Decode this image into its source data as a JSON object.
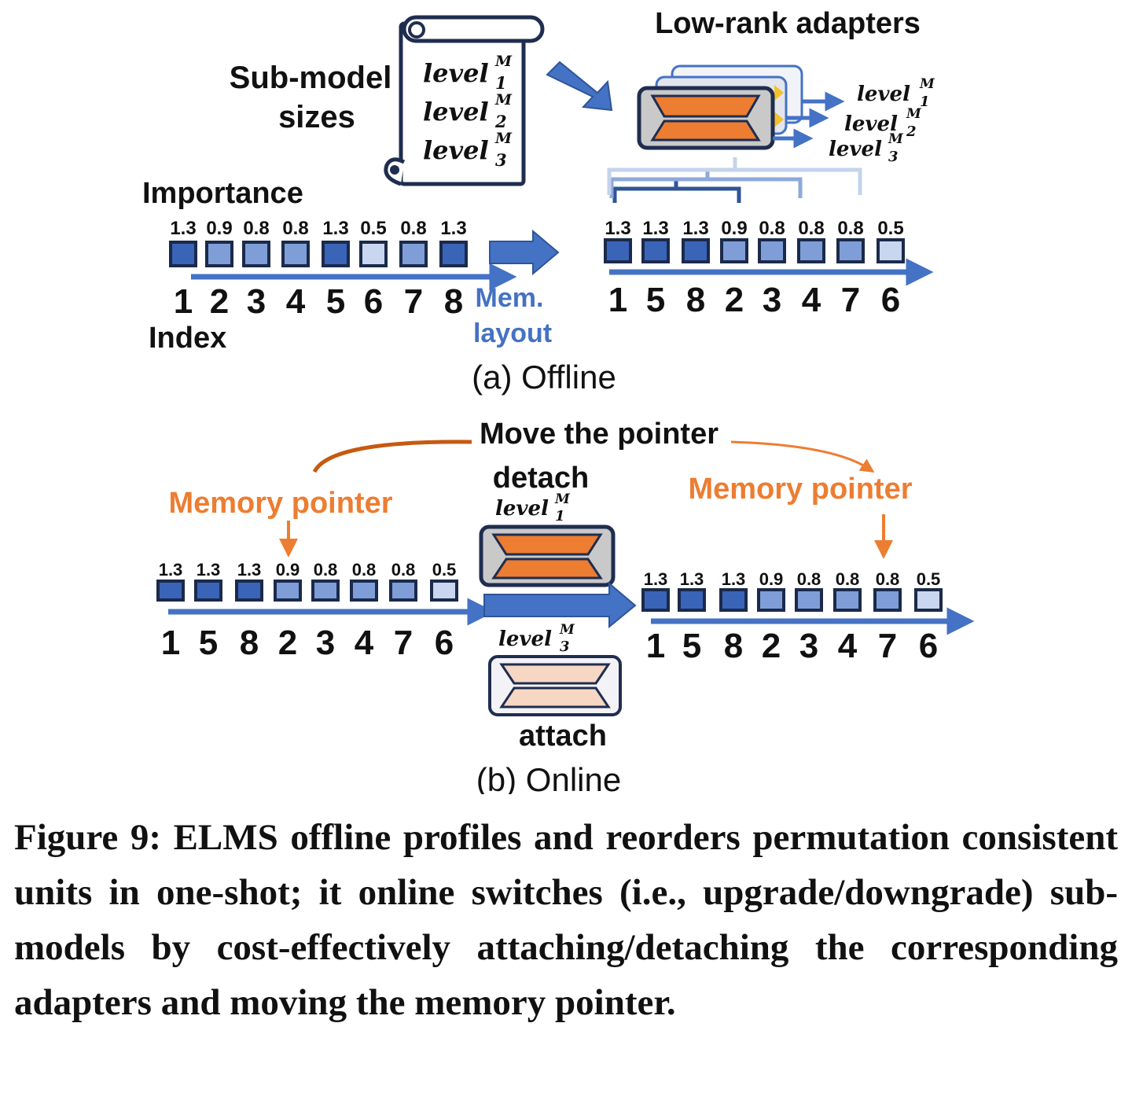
{
  "offline": {
    "submodel_label_line1": "Sub-model",
    "submodel_label_line2": "sizes",
    "levels": [
      "level",
      "level",
      "level"
    ],
    "level_subscripts": [
      "1",
      "2",
      "3"
    ],
    "level_superscript": "M",
    "adapters_title": "Low-rank adapters",
    "importance_label": "Importance",
    "index_label": "Index",
    "mem_layout_line1": "Mem.",
    "mem_layout_line2": "layout",
    "before": {
      "importance": [
        "1.3",
        "0.9",
        "0.8",
        "0.8",
        "1.3",
        "0.5",
        "0.8",
        "1.3"
      ],
      "index": [
        "1",
        "2",
        "3",
        "4",
        "5",
        "6",
        "7",
        "8"
      ]
    },
    "after": {
      "importance": [
        "1.3",
        "1.3",
        "1.3",
        "0.9",
        "0.8",
        "0.8",
        "0.8",
        "0.5"
      ],
      "index": [
        "1",
        "5",
        "8",
        "2",
        "3",
        "4",
        "7",
        "6"
      ]
    },
    "subtitle": "(a) Offline"
  },
  "online": {
    "move_label": "Move the pointer",
    "memory_pointer_label": "Memory pointer",
    "detach_label": "detach",
    "attach_label": "attach",
    "detach_level": "1",
    "attach_level": "3",
    "before": {
      "importance": [
        "1.3",
        "1.3",
        "1.3",
        "0.9",
        "0.8",
        "0.8",
        "0.8",
        "0.5"
      ],
      "index": [
        "1",
        "5",
        "8",
        "2",
        "3",
        "4",
        "7",
        "6"
      ]
    },
    "after": {
      "importance": [
        "1.3",
        "1.3",
        "1.3",
        "0.9",
        "0.8",
        "0.8",
        "0.8",
        "0.5"
      ],
      "index": [
        "1",
        "5",
        "8",
        "2",
        "3",
        "4",
        "7",
        "6"
      ]
    },
    "subtitle": "(b) Online"
  },
  "colors": {
    "unit_high": "#3A64B8",
    "unit_mid": "#7F9ED8",
    "unit_low": "#C9D6EF",
    "unit_border": "#1B2A4A",
    "arrow_blue": "#4472C4",
    "adapter_orange": "#ED7D31",
    "adapter_light": "#F6D7C4",
    "pointer_orange": "#ED7D31"
  },
  "caption": "Figure 9: ELMS offline profiles and reorders permuta­tion consistent units in one-shot; it online switches (i.e., upgrade/downgrade) sub-models by cost-effectively attaching/detaching the corresponding adapters and moving the memory pointer."
}
